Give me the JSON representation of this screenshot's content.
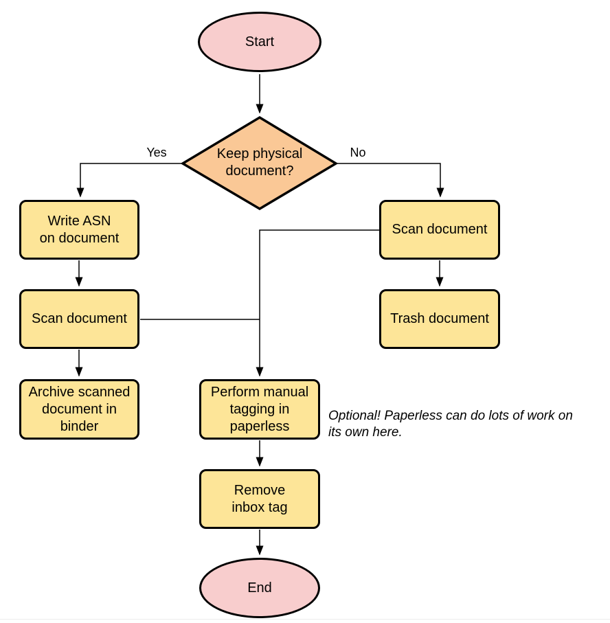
{
  "palette": {
    "terminal_fill": "#F8CDCD",
    "decision_fill": "#FAC896",
    "process_fill": "#FDE598",
    "stroke": "#000000",
    "line": "#000000"
  },
  "nodes": {
    "start": {
      "label": "Start"
    },
    "decision": {
      "label": "Keep physical\ndocument?"
    },
    "write_asn": {
      "label": "Write ASN\non document"
    },
    "scan_left": {
      "label": "Scan document"
    },
    "archive": {
      "label": "Archive scanned\ndocument in\nbinder"
    },
    "scan_right": {
      "label": "Scan document"
    },
    "trash": {
      "label": "Trash document"
    },
    "tagging": {
      "label": "Perform manual\ntagging in\npaperless"
    },
    "remove_inbox": {
      "label": "Remove\ninbox tag"
    },
    "end": {
      "label": "End"
    }
  },
  "edge_labels": {
    "yes": "Yes",
    "no": "No"
  },
  "annotation": {
    "text": "Optional! Paperless can do lots of work on\nits own here."
  }
}
